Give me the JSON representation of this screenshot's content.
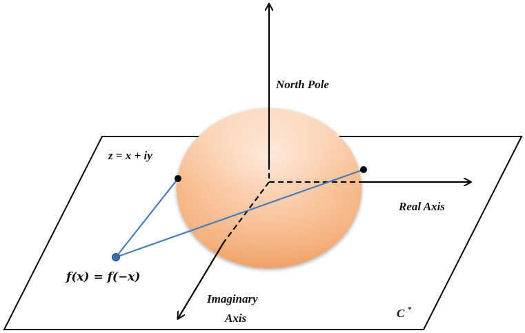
{
  "labels": {
    "north_pole": "North Pole",
    "real_axis": "Real Axis",
    "imaginary_axis_line1": "Imaginary",
    "imaginary_axis_line2": "Axis",
    "z_equation": "z = x + iy",
    "f_equation": "f(x) = f(−x)",
    "c_star": "C",
    "c_star_sup": "*"
  },
  "colors": {
    "plane_stroke": "#000000",
    "axis": "#000000",
    "projection_line": "#4a7db5",
    "projection_point": "#3a6ea8",
    "f_label": "#4a7db5",
    "sphere_light": "#fde4d2",
    "sphere_mid": "#f9c49c",
    "sphere_dark": "#f2a66b",
    "dot": "#000000"
  }
}
